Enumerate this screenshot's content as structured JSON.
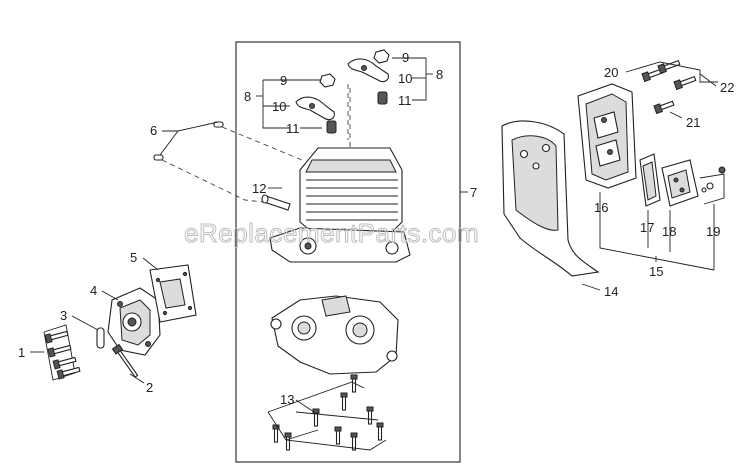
{
  "watermark": "eReplacementParts.com",
  "labels": [
    "1",
    "2",
    "3",
    "4",
    "5",
    "6",
    "7",
    "8",
    "9",
    "10",
    "11",
    "8",
    "9",
    "10",
    "11",
    "12",
    "13",
    "14",
    "15",
    "16",
    "17",
    "18",
    "19",
    "20",
    "21",
    "22"
  ]
}
